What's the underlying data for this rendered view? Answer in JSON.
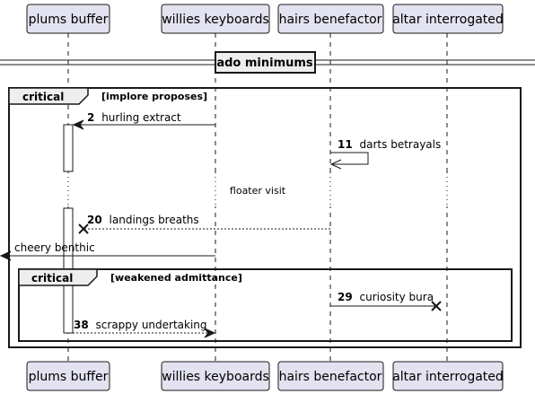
{
  "participants": [
    {
      "name": "plums buffer"
    },
    {
      "name": "willies keyboards"
    },
    {
      "name": "hairs benefactor"
    },
    {
      "name": "altar interrogated"
    }
  ],
  "divider": {
    "label": "ado minimums"
  },
  "groups": {
    "outer": {
      "kind": "critical",
      "condition": "[implore proposes]"
    },
    "inner": {
      "kind": "critical",
      "condition": "[weakened admittance]"
    }
  },
  "delay": {
    "label": "floater visit"
  },
  "messages": [
    {
      "num": "2",
      "text": "hurling extract"
    },
    {
      "num": "11",
      "text": "darts betrayals"
    },
    {
      "num": "20",
      "text": "landings breaths"
    },
    {
      "num": "",
      "text": "cheery benthic"
    },
    {
      "num": "29",
      "text": "curiosity bura"
    },
    {
      "num": "38",
      "text": "scrappy undertaking"
    }
  ],
  "colors": {
    "participant_fill": "#e2e2f0",
    "participant_border": "#181818",
    "lifeline": "#181818",
    "activation_fill": "#ffffff",
    "group_header_fill": "#eeeeee",
    "divider_fill": "#eeeeee"
  }
}
